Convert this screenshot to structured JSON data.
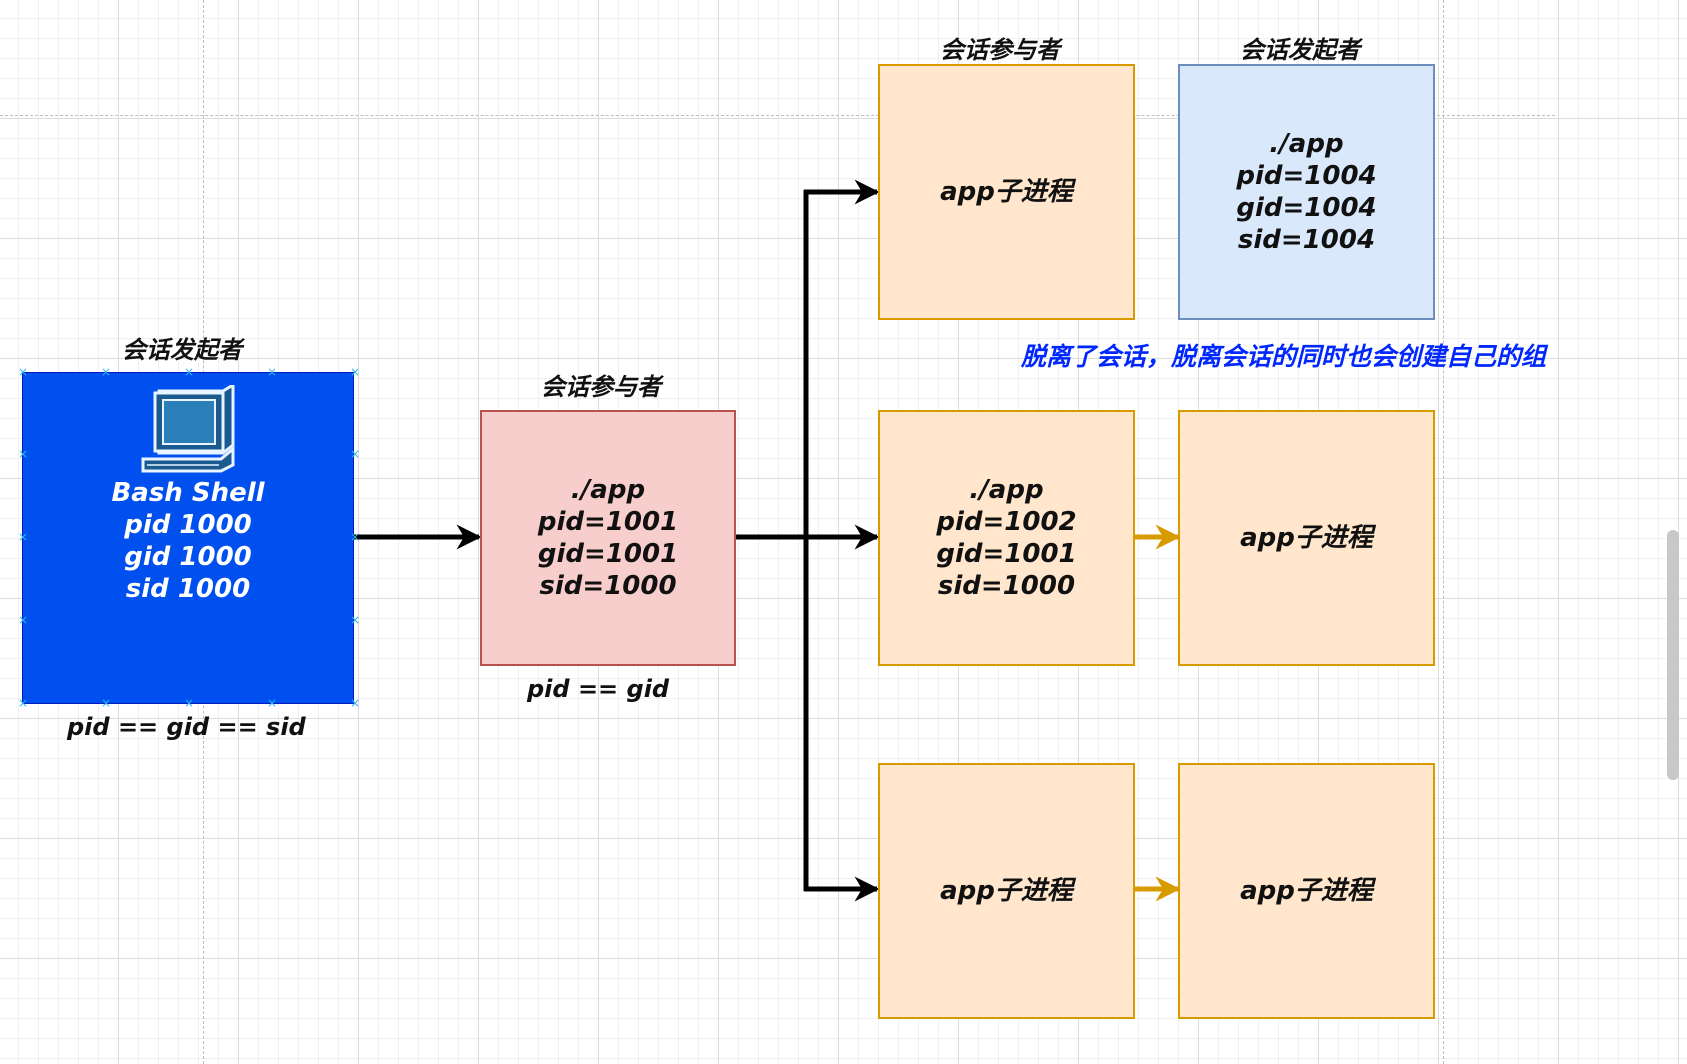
{
  "diagram": {
    "shell": {
      "title": "会话发起者",
      "lines": [
        "Bash Shell",
        "pid 1000",
        "gid 1000",
        "sid 1000"
      ],
      "caption": "pid == gid == sid",
      "icon": "computer-icon"
    },
    "app": {
      "title": "会话参与者",
      "lines": [
        "./app",
        "pid=1001",
        "gid=1001",
        "sid=1000"
      ],
      "caption": "pid == gid"
    },
    "top_child": {
      "title": "会话参与者",
      "text": "app子进程"
    },
    "detached": {
      "title": "会话发起者",
      "lines": [
        "./app",
        "pid=1004",
        "gid=1004",
        "sid=1004"
      ],
      "note": "脱离了会话，脱离会话的同时也会创建自己的组"
    },
    "mid_app": {
      "lines": [
        "./app",
        "pid=1002",
        "gid=1001",
        "sid=1000"
      ]
    },
    "mid_child": {
      "text": "app子进程"
    },
    "bottom_left": {
      "text": "app子进程"
    },
    "bottom_right": {
      "text": "app子进程"
    },
    "colors": {
      "shell_fill": "#0050ef",
      "app_fill": "#f8cecc",
      "child_fill": "#ffe6cc",
      "detached_fill": "#dae8fc",
      "note_text": "#0027ff",
      "orange_arrow": "#d79b00"
    }
  }
}
